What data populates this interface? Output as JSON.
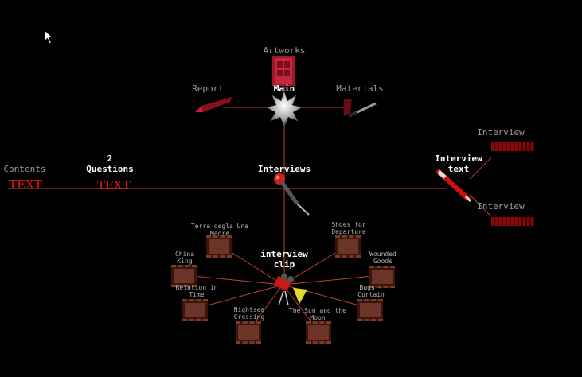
{
  "hub": {
    "artworks_label": "Artworks",
    "report_label": "Report",
    "main_label": "Main",
    "materials_label": "Materials",
    "interviews_label": "Interviews"
  },
  "left": {
    "contents_label": "Contents",
    "contents_text": "TEXT",
    "questions_label_1": "2",
    "questions_label_2": "Questions",
    "questions_text": "TEXT"
  },
  "right": {
    "interview_text_label_1": "Interview",
    "interview_text_label_2": "text",
    "interview_top_label": "Interview",
    "interview_bottom_label": "Interview"
  },
  "clip": {
    "label_1": "interview",
    "label_2": "clip",
    "items": [
      {
        "label_1": "Terra degla Una",
        "label_2": "Madre"
      },
      {
        "label_1": "Shoes for",
        "label_2": "Departure"
      },
      {
        "label_1": "China",
        "label_2": "King"
      },
      {
        "label_1": "Wounded",
        "label_2": "Goods"
      },
      {
        "label_1": "Relation in",
        "label_2": "Time"
      },
      {
        "label_1": "Bugs -",
        "label_2": "Curtain"
      },
      {
        "label_1": "Nightsea",
        "label_2": "Crossing"
      },
      {
        "label_1": "The Sun and the",
        "label_2": "Moon"
      }
    ]
  },
  "colors": {
    "background": "#000000",
    "connector": "#c0412c",
    "accent_red": "#ff1010"
  }
}
